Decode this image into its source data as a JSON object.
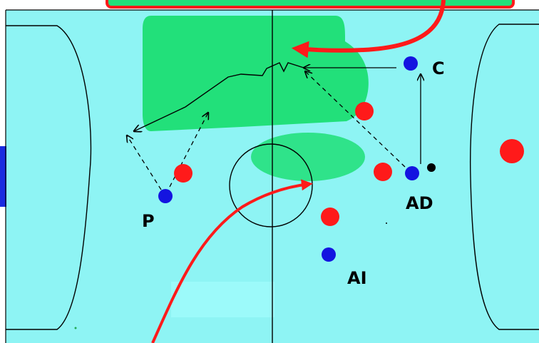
{
  "diagram": {
    "colors": {
      "court": "#8ef4f4",
      "court_light": "#a3fcfc",
      "zone": "#22e07a",
      "zone_oval": "#2fe38a",
      "team_red": "#ff1a1a",
      "team_blue": "#1414e0",
      "ball": "#000000",
      "lines": "#000000",
      "callout_box": "#22e07a",
      "callout_border": "#ff1a1a",
      "side_bar": "#1a2ae0"
    },
    "players": [
      {
        "role": "P",
        "label": "P",
        "team": "blue"
      },
      {
        "role": "C",
        "label": "C",
        "team": "blue"
      },
      {
        "role": "AD",
        "label": "AD",
        "team": "blue"
      },
      {
        "role": "AI",
        "label": "AI",
        "team": "blue"
      }
    ],
    "defenders": [
      {
        "team": "red"
      },
      {
        "team": "red"
      },
      {
        "team": "red"
      },
      {
        "team": "red"
      },
      {
        "team": "red"
      }
    ],
    "ball": {
      "description": "ball-at-AD"
    },
    "arrows": {
      "pass_to_corner": "pass",
      "callout_arrow": "callout",
      "shooting_lane": "red-path",
      "dribble_zigzag": "dribble"
    }
  }
}
